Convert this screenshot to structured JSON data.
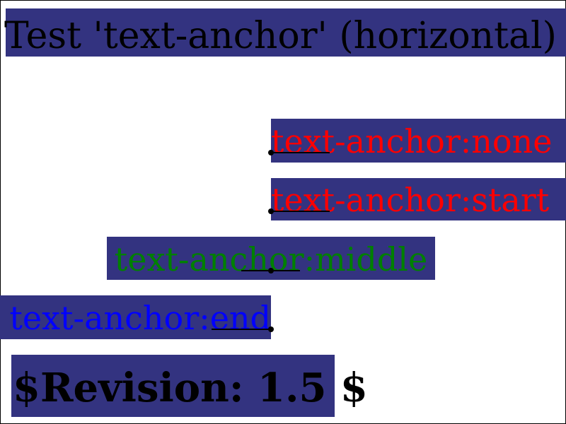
{
  "title": "Test 'text-anchor' (horizontal)",
  "samples": [
    {
      "label": "text-anchor:none",
      "anchor": "start",
      "color": "#ff0000"
    },
    {
      "label": "text-anchor:start",
      "anchor": "start",
      "color": "#ff0000"
    },
    {
      "label": "text-anchor:middle",
      "anchor": "middle",
      "color": "#008000"
    },
    {
      "label": "text-anchor:end",
      "anchor": "end",
      "color": "#0000ff"
    }
  ],
  "revision": "$Revision: 1.5 $",
  "colors": {
    "highlight": "#333380",
    "border": "#000000",
    "title_text": "#000000",
    "revision_text": "#000000",
    "marker": "#000000"
  }
}
